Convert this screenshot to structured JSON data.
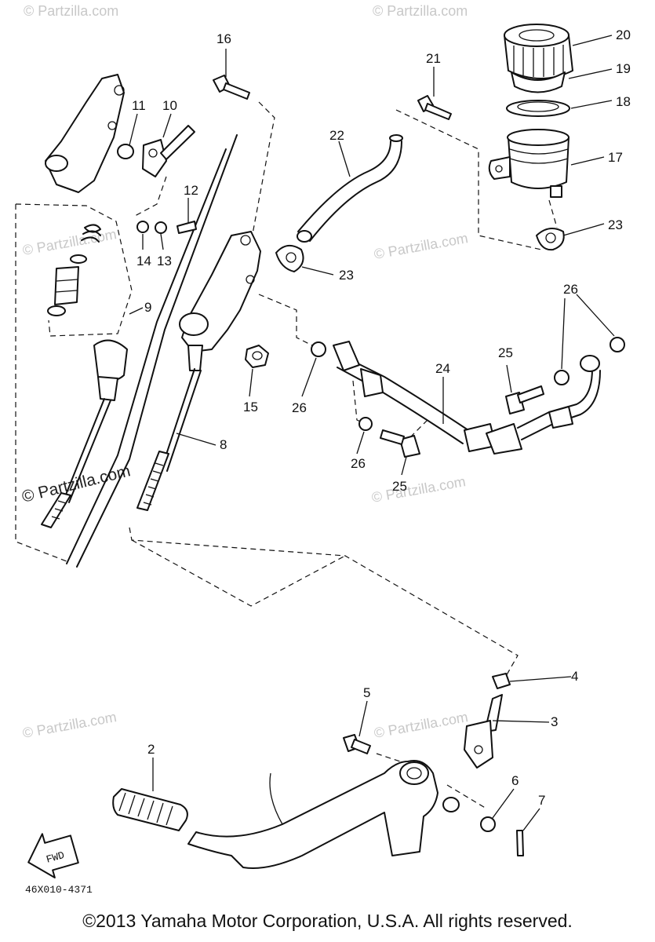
{
  "callouts": {
    "c2": "2",
    "c3": "3",
    "c4": "4",
    "c5": "5",
    "c6": "6",
    "c7": "7",
    "c8": "8",
    "c9": "9",
    "c10": "10",
    "c11": "11",
    "c12": "12",
    "c13": "13",
    "c14": "14",
    "c15": "15",
    "c16": "16",
    "c17": "17",
    "c18": "18",
    "c19": "19",
    "c20": "20",
    "c21": "21",
    "c22": "22",
    "c23a": "23",
    "c23b": "23",
    "c24": "24",
    "c25a": "25",
    "c25b": "25",
    "c26a": "26",
    "c26b": "26",
    "c26c": "26"
  },
  "watermark": {
    "text": "© Partzilla.com",
    "left_prominent": "© Partzilla.com"
  },
  "fwd_label": "FWD",
  "diagram_code": "46X010-4371",
  "copyright": "©2013 Yamaha Motor Corporation, U.S.A. All rights reserved."
}
